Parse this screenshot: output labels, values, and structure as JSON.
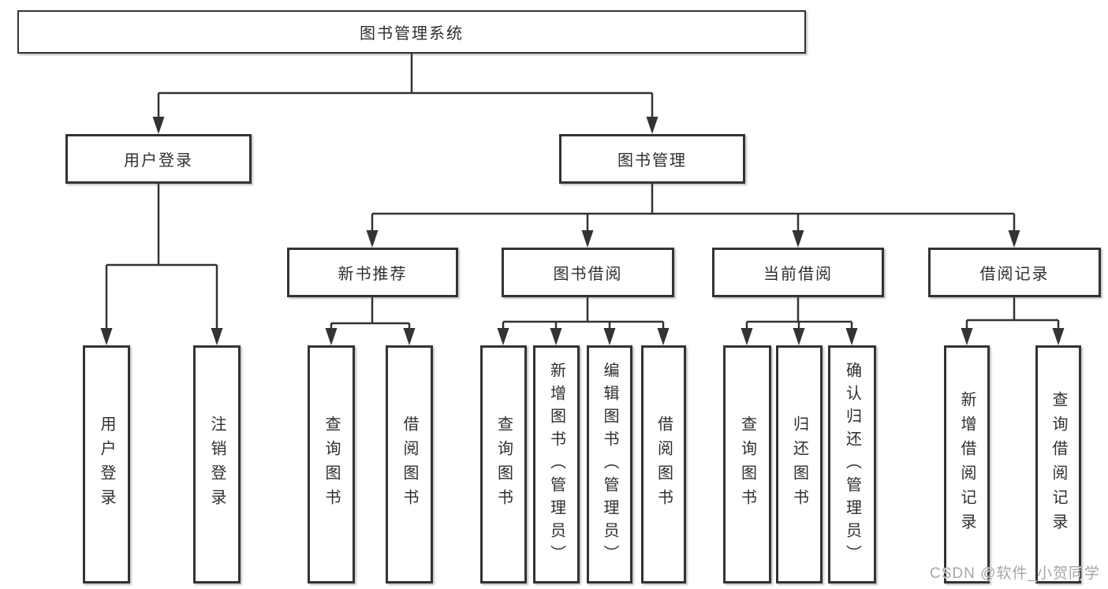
{
  "diagram": {
    "root": {
      "label": "图书管理系统"
    },
    "level2": {
      "user_login": {
        "label": "用户登录"
      },
      "book_mgmt": {
        "label": "图书管理"
      }
    },
    "level3": {
      "new_book_rec": {
        "label": "新书推荐"
      },
      "book_borrow": {
        "label": "图书借阅"
      },
      "current_borrow": {
        "label": "当前借阅"
      },
      "borrow_records": {
        "label": "借阅记录"
      }
    },
    "leaves": {
      "user_login": {
        "label": "用户登录"
      },
      "logout": {
        "label": "注销登录"
      },
      "rec_query_book": {
        "label": "查询图书"
      },
      "rec_borrow_book": {
        "label": "借阅图书"
      },
      "bb_query_book": {
        "label": "查询图书"
      },
      "bb_add_book": {
        "label": "新增图书（管理员）"
      },
      "bb_edit_book": {
        "label": "编辑图书（管理员）"
      },
      "bb_borrow_book": {
        "label": "借阅图书"
      },
      "cb_query_book": {
        "label": "查询图书"
      },
      "cb_return_book": {
        "label": "归还图书"
      },
      "cb_confirm_return": {
        "label": "确认归还（管理员）"
      },
      "br_add_record": {
        "label": "新增借阅记录"
      },
      "br_query_record": {
        "label": "查询借阅记录"
      }
    }
  },
  "watermark": {
    "text": "CSDN @软件_小贺同学"
  },
  "colors": {
    "line": "#333333",
    "box_border": "#333333",
    "box_background": "#ffffff",
    "text": "#2f2f2f",
    "watermark": "#a6a6a6",
    "page_background": "#ffffff"
  }
}
